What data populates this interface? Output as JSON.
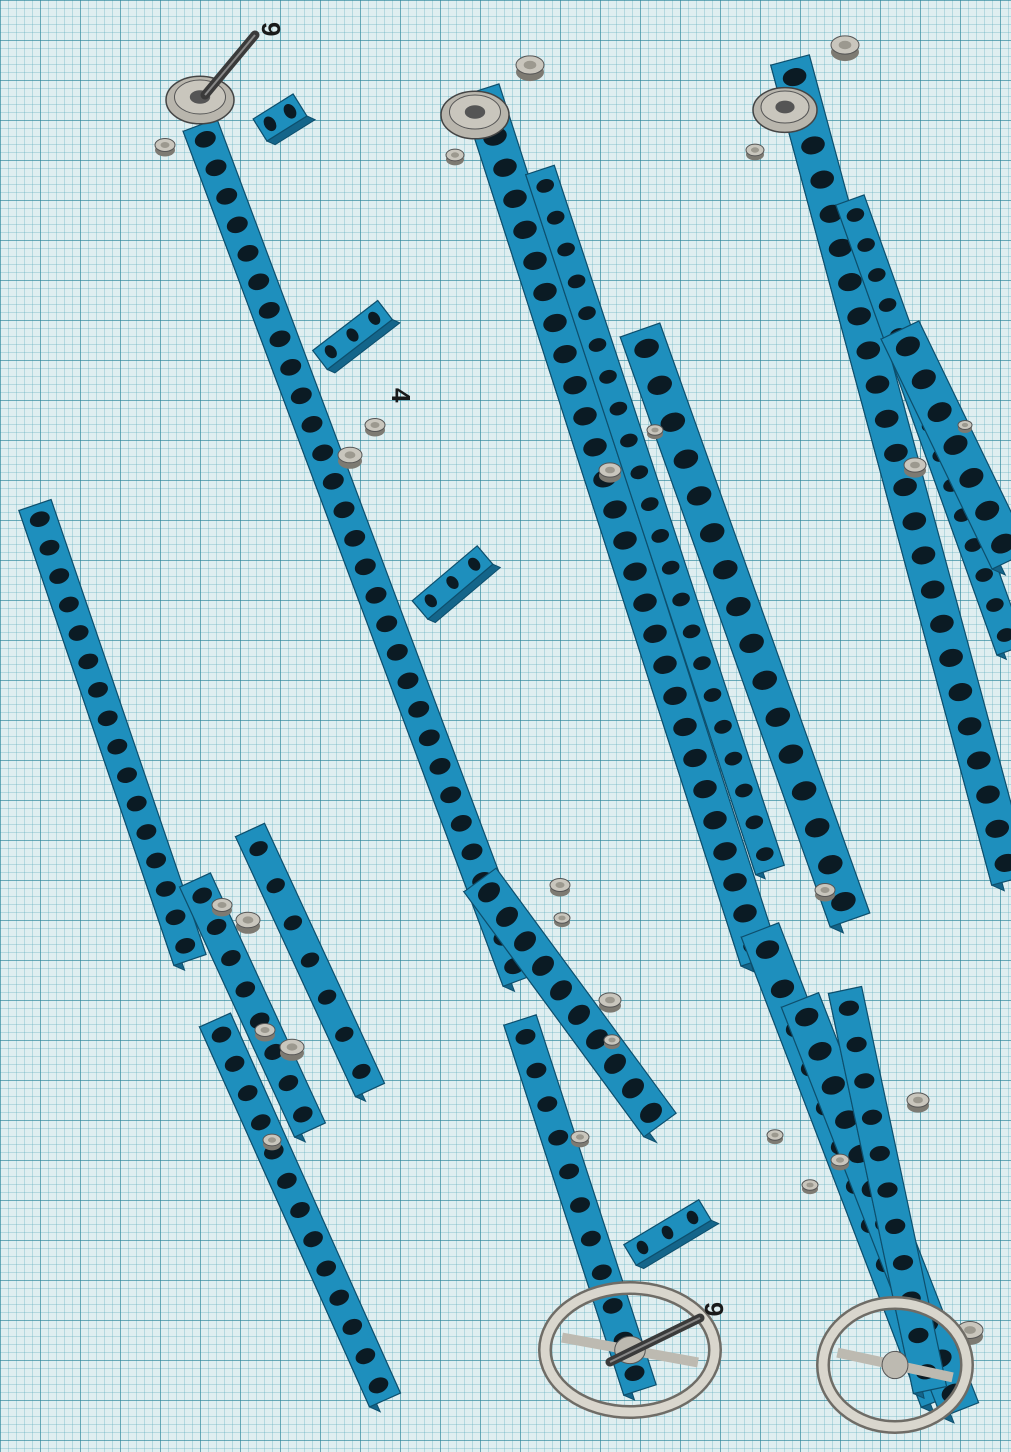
{
  "colors": {
    "beam": "#1e8fbd",
    "beam_side": "#14658a",
    "beam_edge": "#0d4f6d",
    "hole": "#0b1b24",
    "pin": "#c9c6bd",
    "pin_dark": "#7d7a72",
    "axle": "#3a3a3a",
    "grid": "#2882a0"
  },
  "callouts": {
    "axle_top": "9",
    "pin_mid": "4",
    "axle_wheel": "9"
  },
  "icons": {
    "bush": "bush-icon",
    "pin": "pin-icon",
    "wheel": "wheel-icon",
    "axle": "axle-icon"
  }
}
